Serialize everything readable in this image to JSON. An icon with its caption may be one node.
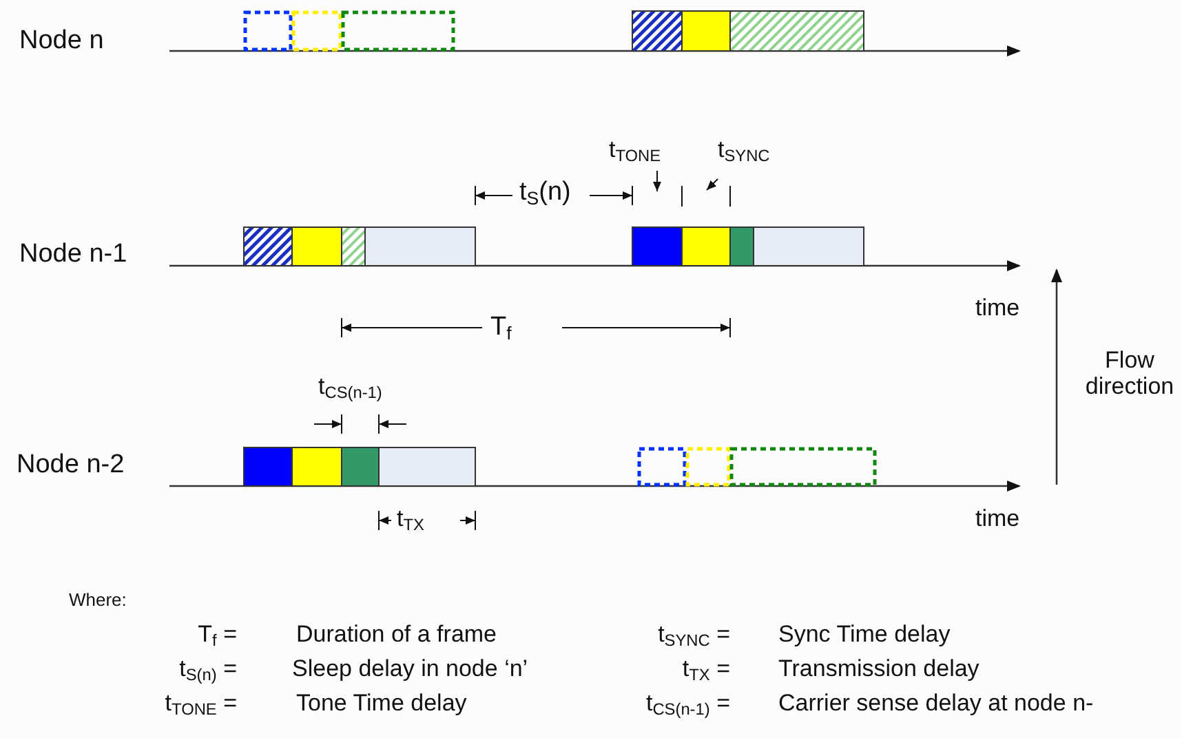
{
  "diagram": {
    "nodes": [
      {
        "text": [],
        "shape": "box"
      },
      {
        "text": [],
        "shape": "box"
      },
      {
        "text": [],
        "shape": "box"
      },
      {
        "text": [],
        "shape": "box"
      },
      {
        "text": [],
        "shape": "box"
      },
      {
        "text": [],
        "shape": "box"
      },
      {
        "text": [],
        "shape": "box"
      },
      {
        "text": [],
        "shape": "box"
      },
      {
        "text": [],
        "shape": "box"
      },
      {
        "text": [],
        "shape": "box"
      },
      {
        "text": [],
        "shape": "box"
      },
      {
        "text": [],
        "shape": "box"
      },
      {
        "text": [],
        "shape": "box"
      },
      {
        "text": [],
        "shape": "box"
      },
      {
        "text": [],
        "shape": "box"
      },
      {
        "text": [],
        "shape": "box"
      },
      {
        "text": [],
        "shape": "box"
      },
      {
        "text": [],
        "shape": "box"
      },
      {
        "text": [],
        "shape": "box"
      },
      {
        "text": [],
        "shape": "box"
      },
      {
        "text": [],
        "shape": "box"
      }
    ],
    "labels": [
      "Node n",
      "t$_{TONE}$",
      "t$_{SYNC}$",
      "t$_{S}$(n)",
      "Node n-1",
      "time",
      "T$_{f}$",
      "Flow direction",
      "t$_{CS(n-1)}$",
      "Node n-2",
      "t$_{TX}$",
      "time",
      "Where:",
      "T$_{f}$ =",
      "Duration of a frame",
      "t$_{SYNC}$ =",
      "Sync Time delay",
      "t$_{S(n)}$ =",
      "Sleep delay in node ‘n’",
      "t$_{TX}$ =",
      "Transmission delay",
      "t$_{TONE}$ =",
      "Tone Time delay",
      "t$_{CS(n-1)}$ =",
      "Carrier sense delay at node n-"
    ]
  }
}
